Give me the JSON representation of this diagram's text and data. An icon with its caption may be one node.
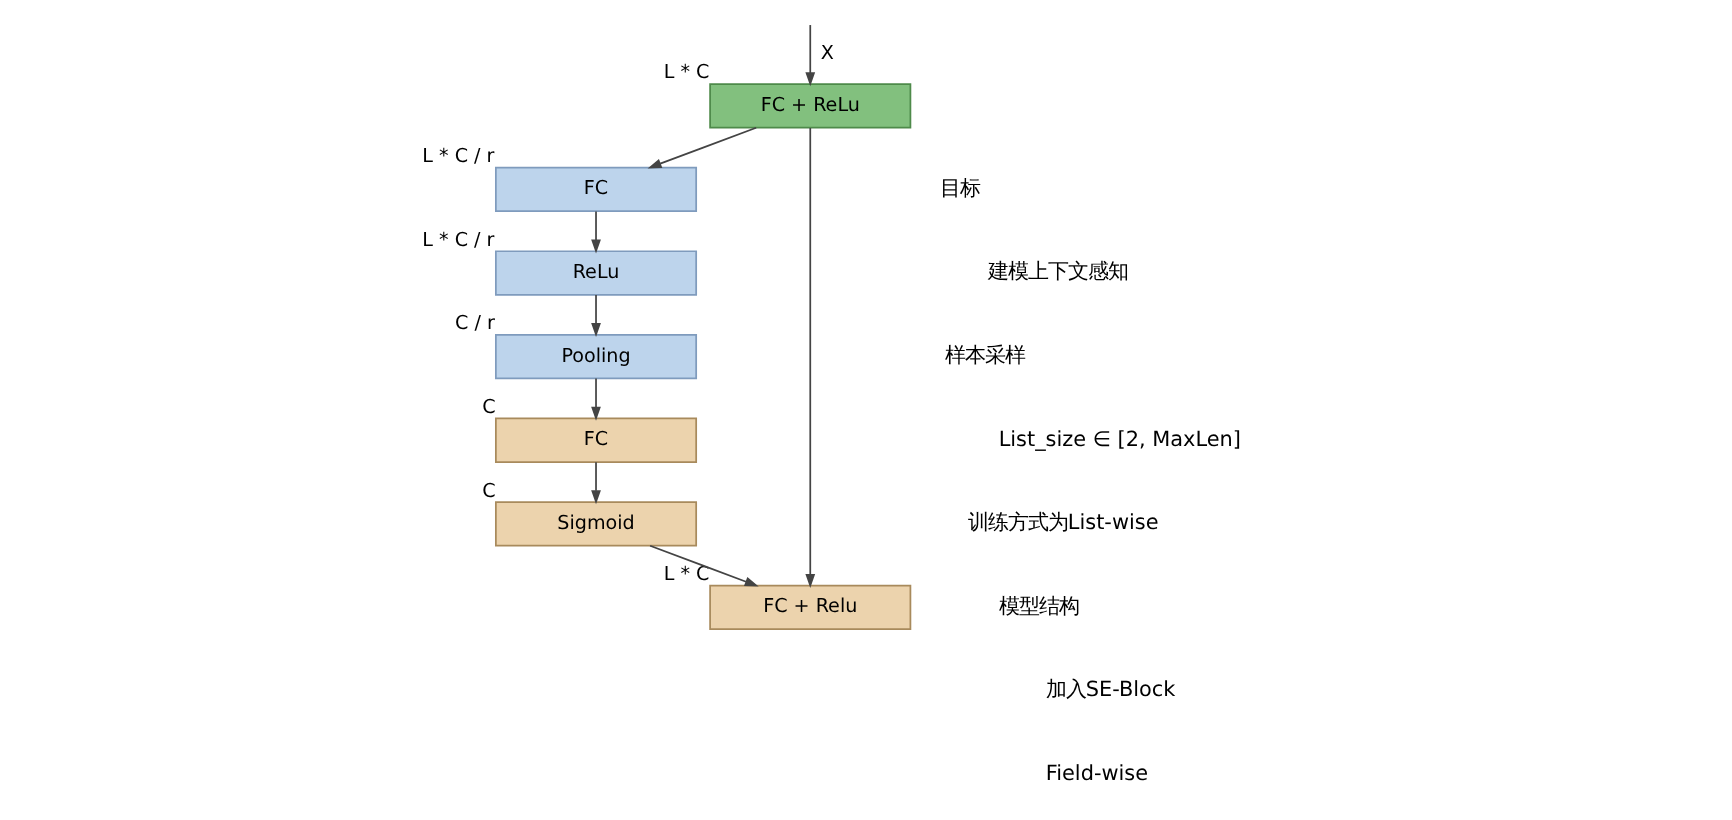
{
  "diagram": {
    "nodes": [
      {
        "text": [
          "FC + ReLu"
        ],
        "beside": [
          "L * C"
        ]
      },
      {
        "text": [
          "FC"
        ],
        "beside": [
          "L * C / r"
        ]
      },
      {
        "text": [
          "ReLu"
        ],
        "beside": [
          "L * C / r"
        ]
      },
      {
        "text": [
          "Pooling"
        ],
        "beside": [
          "C / r"
        ]
      },
      {
        "text": [
          "FC"
        ],
        "beside": [
          "C"
        ]
      },
      {
        "text": [
          "Sigmoid"
        ],
        "beside": [
          "C"
        ]
      },
      {
        "text": [
          "FC + Relu"
        ],
        "beside": [
          "L * C"
        ]
      }
    ],
    "edges": [
      {
        "from": null,
        "to": 0,
        "arrow": "to",
        "label": "X"
      },
      {
        "from": 0,
        "to": 1,
        "arrow": "to"
      },
      {
        "from": 1,
        "to": 2,
        "arrow": "to"
      },
      {
        "from": 2,
        "to": 3,
        "arrow": "to"
      },
      {
        "from": 3,
        "to": 4,
        "arrow": "to"
      },
      {
        "from": 4,
        "to": 5,
        "arrow": "to"
      },
      {
        "from": 5,
        "to": 6,
        "arrow": "to"
      },
      {
        "from": 0,
        "to": 6,
        "arrow": "to"
      }
    ],
    "labels": [
      "目标",
      "建模上下文感知",
      "样本采样",
      "List_size ∈ [2, MaxLen]",
      "训练方式为List-wise",
      "模型结构",
      "加入SE-Block",
      "Field-wise"
    ]
  }
}
